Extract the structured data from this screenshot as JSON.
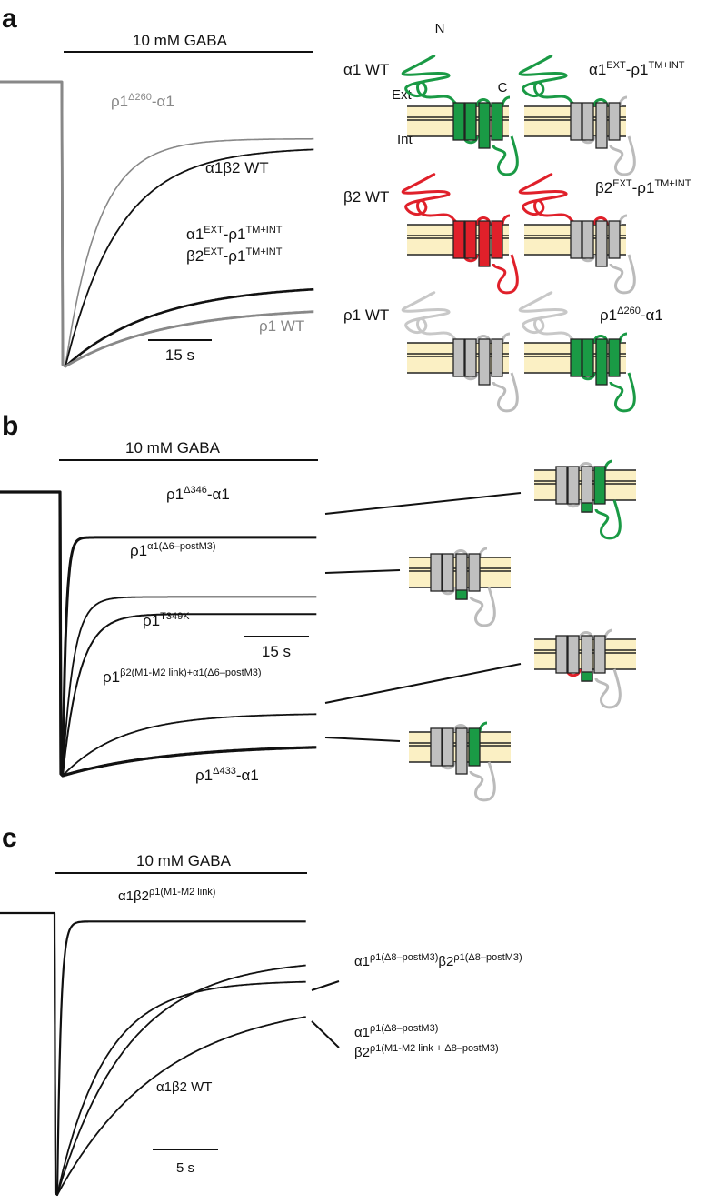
{
  "colors": {
    "black_trace": "#111111",
    "gray_trace": "#888888",
    "green": "#1a9a45",
    "red": "#e0202a",
    "gray_fill": "#c0c0c0",
    "membrane": "#fbf0c4"
  },
  "chart_data": [
    {
      "type": "line",
      "panel": "a",
      "title": "10 mM GABA",
      "scale_bar": "15 s",
      "xlabel": "",
      "ylabel": "",
      "x_unit": "s",
      "application_start": 0,
      "application_end": 60,
      "x_range": [
        -15,
        60
      ],
      "y_range": [
        -1,
        0
      ],
      "series": [
        {
          "name": "ρ1Δ260-α1",
          "color": "gray",
          "residual_fraction": 0.8,
          "tau_s": 8
        },
        {
          "name": "α1β2 WT",
          "color": "black",
          "residual_fraction": 0.77,
          "tau_s": 13
        },
        {
          "name": "α1EXT-ρ1TM+INT / β2EXT-ρ1TM+INT",
          "color": "black",
          "residual_fraction": 0.29,
          "tau_s": 22
        },
        {
          "name": "ρ1 WT",
          "color": "gray",
          "residual_fraction": 0.21,
          "tau_s": 24
        }
      ]
    },
    {
      "type": "line",
      "panel": "b",
      "title": "10 mM GABA",
      "scale_bar": "15 s",
      "xlabel": "",
      "ylabel": "",
      "x_unit": "s",
      "application_start": 0,
      "application_end": 60,
      "x_range": [
        -15,
        60
      ],
      "y_range": [
        -1,
        0
      ],
      "series": [
        {
          "name": "ρ1Δ346-α1",
          "residual_fraction": 0.84,
          "tau_s": 0.8
        },
        {
          "name": "ρ1α1(Δ6-postM3)",
          "residual_fraction": 0.63,
          "tau_s": 2.5
        },
        {
          "name": "ρ1T349K",
          "residual_fraction": 0.57,
          "tau_s": 4
        },
        {
          "name": "ρ1β2(M1-M2 link)+α1(Δ6-postM3)",
          "residual_fraction": 0.22,
          "tau_s": 14
        },
        {
          "name": "ρ1Δ433-α1",
          "residual_fraction": 0.11,
          "tau_s": 25
        }
      ]
    },
    {
      "type": "line",
      "panel": "c",
      "title": "10 mM GABA",
      "scale_bar": "5 s",
      "xlabel": "",
      "ylabel": "",
      "x_unit": "s",
      "application_start": 0,
      "application_end": 21,
      "x_range": [
        -4.5,
        21
      ],
      "y_range": [
        -1,
        0
      ],
      "series": [
        {
          "name": "α1β2ρ1(M1-M2 link)",
          "residual_fraction": 0.97,
          "tau_s": 0.3
        },
        {
          "name": "α1ρ1(Δ8-postM3)β2ρ1(Δ8-postM3)",
          "residual_fraction": 0.84,
          "tau_s": 6
        },
        {
          "name": "α1ρ1(Δ8-postM3) β2ρ1(M1-M2 link + Δ8-postM3)",
          "residual_fraction": 0.76,
          "tau_s": 4
        },
        {
          "name": "α1β2 WT",
          "residual_fraction": 0.7,
          "tau_s": 9
        }
      ]
    }
  ],
  "panels": {
    "a": {
      "letter": "a",
      "gaba_label": "10 mM GABA",
      "scale_label": "15 s",
      "trace_labels": {
        "rho_d260": {
          "base": "ρ1",
          "sup": "Δ260",
          "tail": "-α1"
        },
        "a1b2": "α1β2 WT",
        "chim1": {
          "base1": "α1",
          "sup1": "EXT",
          "mid": "-ρ1",
          "sup2": "TM+INT"
        },
        "chim2": {
          "base1": "β2",
          "sup1": "EXT",
          "mid": "-ρ1",
          "sup2": "TM+INT"
        },
        "rho_wt": "ρ1 WT"
      },
      "topology": {
        "n_label": "N",
        "c_label": "C",
        "ext_label": "Ext",
        "int_label": "Int",
        "a1_wt": "α1 WT",
        "b2_wt": "β2 WT",
        "rho_wt": "ρ1 WT",
        "a1_chim": {
          "base1": "α1",
          "sup1": "EXT",
          "mid": "-ρ1",
          "sup2": "TM+INT"
        },
        "b2_chim": {
          "base1": "β2",
          "sup1": "EXT",
          "mid": "-ρ1",
          "sup2": "TM+INT"
        },
        "rho_d260": {
          "base": "ρ1",
          "sup": "Δ260",
          "tail": "-α1"
        }
      }
    },
    "b": {
      "letter": "b",
      "gaba_label": "10 mM GABA",
      "scale_label": "15 s",
      "trace_labels": {
        "d346": {
          "base": "ρ1",
          "sup": "Δ346",
          "tail": "-α1"
        },
        "a1d6": {
          "base": "ρ1",
          "sup": "α1(Δ6–postM3)"
        },
        "t349k": {
          "base": "ρ1",
          "sup": "T349K"
        },
        "b2a1": {
          "base": "ρ1",
          "sup": "β2(M1-M2 link)+α1(Δ6–postM3)"
        },
        "d433": {
          "base": "ρ1",
          "sup": "Δ433",
          "tail": "-α1"
        }
      }
    },
    "c": {
      "letter": "c",
      "gaba_label": "10 mM GABA",
      "scale_label": "5 s",
      "trace_labels": {
        "m1m2": {
          "base": "α1β2",
          "sup": "ρ1(M1-M2 link)"
        },
        "d8both": {
          "base1": "α1",
          "sup1": "ρ1(Δ8–postM3)",
          "base2": "β2",
          "sup2": "ρ1(Δ8–postM3)"
        },
        "d8combo_l1": {
          "base": "α1",
          "sup": "ρ1(Δ8–postM3)"
        },
        "d8combo_l2": {
          "base": "β2",
          "sup": "ρ1(M1-M2 link + Δ8–postM3)"
        },
        "wt": "α1β2 WT"
      }
    }
  }
}
